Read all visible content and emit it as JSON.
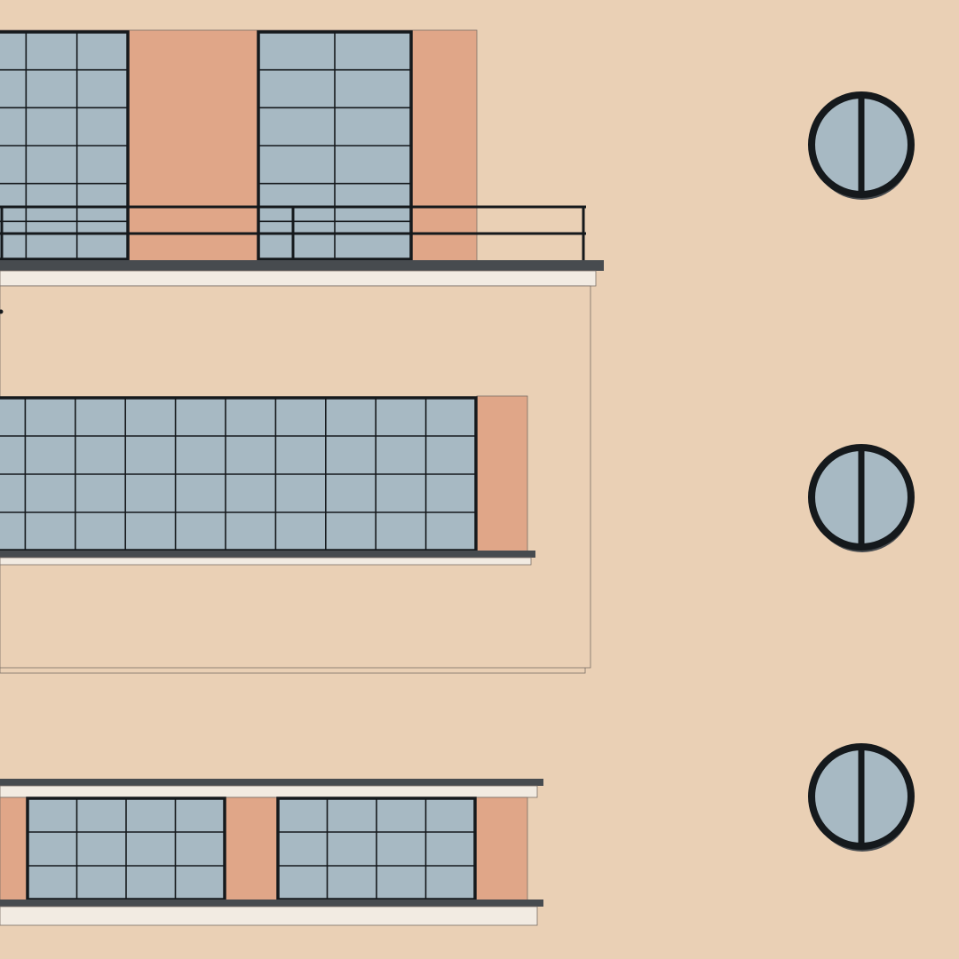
{
  "scene": {
    "kind": "building facade illustration",
    "colors": {
      "wall": "#ead0b5",
      "terracotta": "#e0a688",
      "glass": "#a7b9c3",
      "frame": "#15191c",
      "ledge": "#474b4f",
      "sill": "#f2ebe2",
      "outline": "#7a6e66"
    },
    "upper_floor": {
      "window_grid": {
        "rows": 6,
        "cols": 3
      },
      "window_grid_2": {
        "rows": 6,
        "cols": 2
      }
    },
    "middle_floor": {
      "window_grid": {
        "rows": 4,
        "cols": 10
      }
    },
    "lower_floor": {
      "window_grid": {
        "rows": 3,
        "cols": 4
      },
      "window_grid_2": {
        "rows": 3,
        "cols": 4
      }
    },
    "porthole_count": 3
  }
}
